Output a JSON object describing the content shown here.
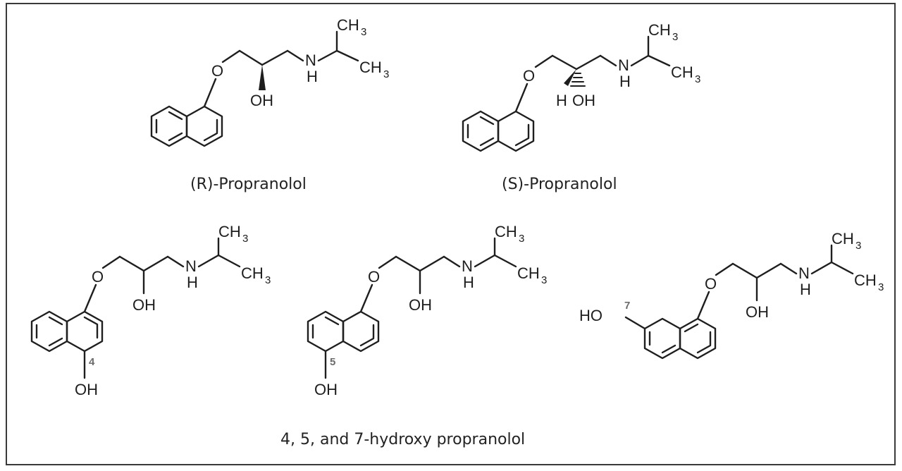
{
  "labels": {
    "r_propranolol": "(R)-Propranolol",
    "s_propranolol": "(S)-Propranolol",
    "hydroxy_caption": "4, 5, and 7-hydroxy propranolol"
  },
  "atoms": {
    "oxygen": "O",
    "hydroxyl": "OH",
    "amine_n": "N",
    "amine_h": "H",
    "methyl": "CH",
    "methyl_subscript": "3",
    "stereo_h": "H",
    "hydroxyl_left": "HO"
  },
  "positions": {
    "p4": "4",
    "p5": "5",
    "p7": "7"
  }
}
